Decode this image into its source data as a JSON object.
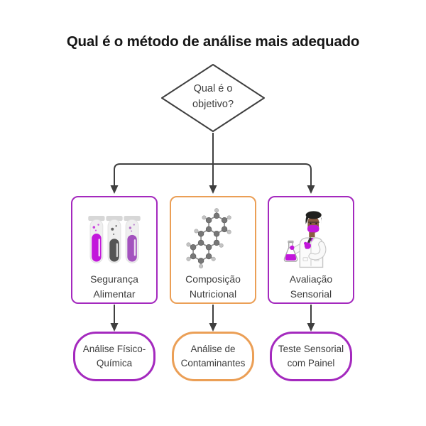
{
  "title": "Qual é o método de análise mais adequado",
  "decision": {
    "lines": [
      "Qual é o",
      "objetivo?"
    ]
  },
  "branches": [
    {
      "icon": "test-tubes-icon",
      "label": [
        "Segurança",
        "Alimentar"
      ],
      "accent": "#A429BE",
      "result": [
        "Análise Físico-",
        "Química"
      ]
    },
    {
      "icon": "molecule-icon",
      "label": [
        "Composição",
        "Nutricional"
      ],
      "accent": "#EB9F56",
      "result": [
        "Análise de",
        "Contaminantes"
      ]
    },
    {
      "icon": "scientist-icon",
      "label": [
        "Avaliação",
        "Sensorial"
      ],
      "accent": "#A429BE",
      "result": [
        "Teste Sensorial",
        "com Painel"
      ]
    }
  ],
  "colors": {
    "purple": "#A429BE",
    "orange": "#EB9F56",
    "ink": "#3F3F3F",
    "title-ink": "#161616",
    "text": "#3C3C3C",
    "magenta": "#C217DB",
    "tube-gray": "#555555",
    "tube-purple": "#A352BE",
    "skin": "#8A5C42",
    "hair": "#20201E"
  }
}
